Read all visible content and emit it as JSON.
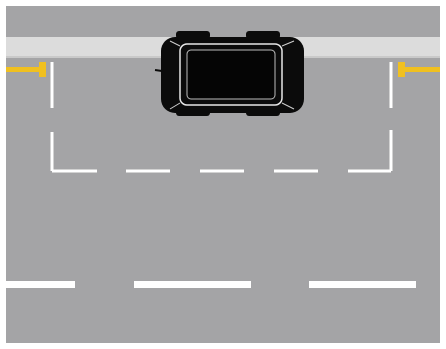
{
  "scene": {
    "colors": {
      "asphalt": "#a4a4a6",
      "curb": "#dcdcdc",
      "lane_marking": "#ffffff",
      "curb_marker": "#f0c020",
      "car_body": "#0b0b0b",
      "car_trim": "#e8e8e8"
    },
    "objects": {
      "car": {
        "type": "car",
        "view": "top-down",
        "color": "black"
      },
      "parking_space": {
        "type": "parking-space-outline",
        "style": "dashed"
      },
      "lane_divider": {
        "type": "lane-divider",
        "style": "dashed"
      },
      "curb_markers": {
        "type": "curb-marker",
        "count": 2,
        "color": "yellow"
      }
    }
  }
}
